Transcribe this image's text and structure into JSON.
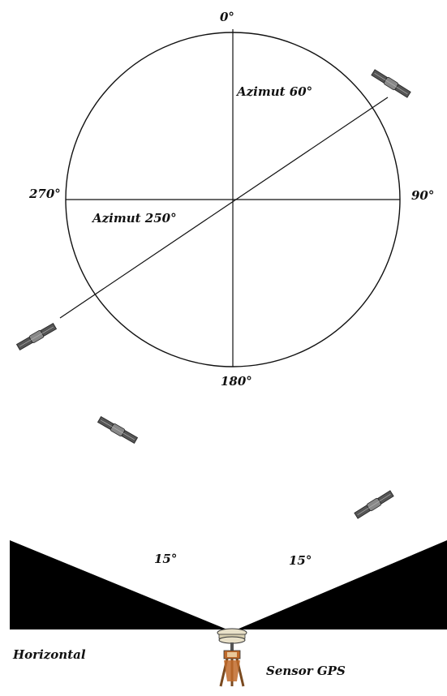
{
  "compass": {
    "north_label": "0°",
    "east_label": "90°",
    "south_label": "180°",
    "west_label": "270°",
    "azimuth_a_label": "Azimut 60°",
    "azimuth_a_deg": 60,
    "azimuth_b_label": "Azimut 250°",
    "azimuth_b_deg": 250
  },
  "horizon": {
    "mask_left_label": "15°",
    "mask_right_label": "15°",
    "mask_angle_deg": 15,
    "horizontal_label": "Horizontal",
    "sensor_label": "Sensor GPS"
  },
  "colors": {
    "line": "#111111",
    "mask_fill": "#000000",
    "satellite_panel": "#555555",
    "sensor_body": "#c06a2a"
  },
  "icons": [
    "satellite-icon",
    "gps-sensor-icon"
  ]
}
